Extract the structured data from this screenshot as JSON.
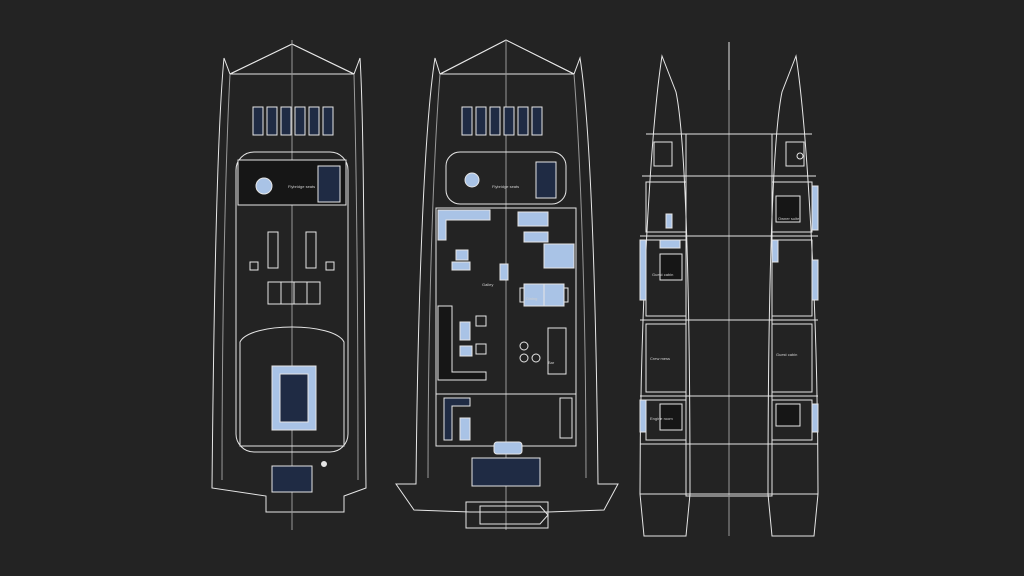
{
  "colors": {
    "background": "#232323",
    "line": "#e6e6e6",
    "line_faint": "#9a9a9a",
    "fill_blue": "#a9c3e6",
    "fill_navy": "#1f2b44",
    "fill_dark": "#161616"
  },
  "plans": [
    {
      "id": "upper-deck",
      "labels": [
        "Flybridge seats"
      ]
    },
    {
      "id": "main-deck",
      "labels": [
        "Flybridge seats",
        "Galley",
        "Dining",
        "Bar"
      ]
    },
    {
      "id": "lower-deck",
      "labels": [
        "Guest cabin",
        "Owner suite",
        "Guest cabin",
        "Crew mess",
        "Engine room"
      ]
    }
  ]
}
